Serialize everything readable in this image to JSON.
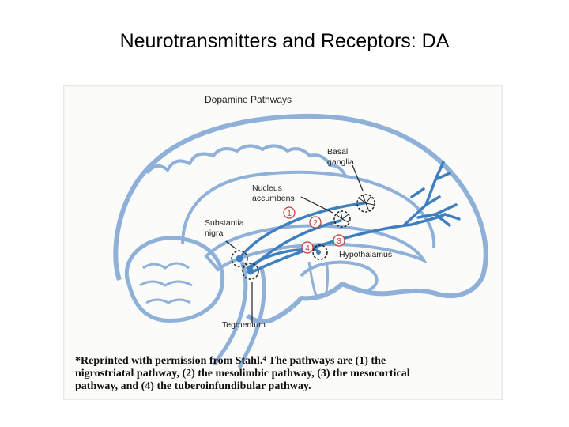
{
  "slide": {
    "title": "Neurotransmitters and Receptors: DA"
  },
  "figure": {
    "title": "Dopamine Pathways",
    "labels": {
      "basal_ganglia_line1": "Basal",
      "basal_ganglia_line2": "ganglia",
      "nucleus_accumbens_line1": "Nucleus",
      "nucleus_accumbens_line2": "accumbens",
      "substantia_nigra_line1": "Substantia",
      "substantia_nigra_line2": "nigra",
      "hypothalamus": "Hypothalamus",
      "tegmentum": "Tegmentum"
    },
    "pathway_numbers": [
      "1",
      "2",
      "3",
      "4"
    ],
    "colors": {
      "pathway": "#3f7fc0",
      "outline": "#8fb0d8",
      "number": "#c63a3a"
    },
    "caption": {
      "line1": "*Reprinted with permission from Stahl.⁴ The pathways are (1) the",
      "line2": "nigrostriatal pathway, (2) the mesolimbic pathway, (3) the mesocortical",
      "line3": "pathway, and (4) the tuberoinfundibular pathway."
    }
  }
}
